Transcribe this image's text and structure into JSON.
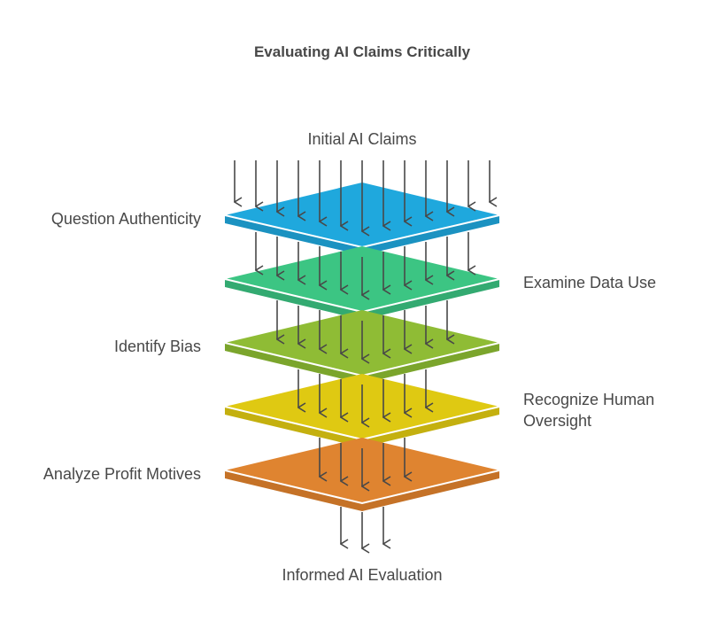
{
  "title": "Evaluating AI Claims Critically",
  "top_label": "Initial AI Claims",
  "bottom_label": "Informed AI Evaluation",
  "layers": [
    {
      "label": "Question Authenticity",
      "side": "left",
      "top_color": "#1fa8dd",
      "side_color": "#1b92c1"
    },
    {
      "label": "Examine Data Use",
      "side": "right",
      "top_color": "#3cc583",
      "side_color": "#33aa71"
    },
    {
      "label": "Identify Bias",
      "side": "left",
      "top_color": "#8fbc35",
      "side_color": "#7ba52c"
    },
    {
      "label_lines": [
        "Recognize Human",
        "Oversight"
      ],
      "side": "right",
      "top_color": "#dfc912",
      "side_color": "#c4b00f"
    },
    {
      "label": "Analyze Profit Motives",
      "side": "left",
      "top_color": "#df8430",
      "side_color": "#c57227"
    }
  ],
  "colors": {
    "text": "#484848",
    "arrow": "#484848"
  },
  "icons": {
    "arrow": "arrow-down-icon"
  }
}
